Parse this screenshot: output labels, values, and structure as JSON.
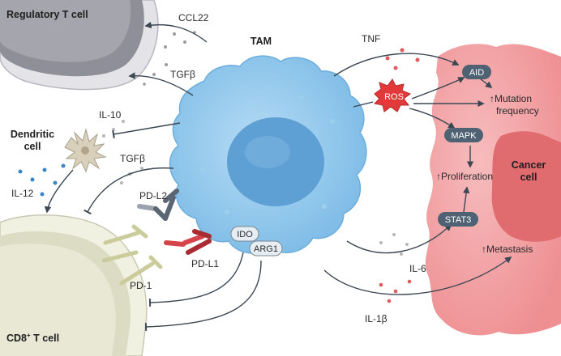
{
  "cells": {
    "treg": "Regulatory T cell",
    "tam": "TAM",
    "dendritic_line1": "Dendritic",
    "dendritic_line2": "cell",
    "cd8_prefix": "CD8",
    "cd8_sup": "+",
    "cd8_suffix": " T cell",
    "cancer_line1": "Cancer",
    "cancer_line2": "cell"
  },
  "factors": {
    "ccl22": "CCL22",
    "tgfb_top": "TGFβ",
    "il10": "IL-10",
    "tgfb_mid": "TGFβ",
    "il12": "IL-12",
    "tnf": "TNF",
    "il6": "IL-6",
    "il1b": "IL-1β"
  },
  "molecules": {
    "pdl2": "PD-L2",
    "pdl1": "PD-L1",
    "pd1": "PD-1",
    "ido": "IDO",
    "arg1": "ARG1",
    "ros": "ROS",
    "aid": "AID",
    "mapk": "MAPK",
    "stat3": "STAT3"
  },
  "outcomes": {
    "mutation_line1": "↑Mutation",
    "mutation_line2": "frequency",
    "proliferation": "↑Proliferation",
    "metastasis": "↑Metastasis"
  },
  "colors": {
    "tam": "#8fc7ec",
    "tam_nucleus": "#5a9fd6",
    "cancer": "#f3a3a5",
    "cancer_nucleus": "#e0696d",
    "treg": "#9a9aa3",
    "cd8": "#e9ead6",
    "pill_dark": "#4e6273",
    "ros": "#e23a3a",
    "arrow": "#3b4753"
  }
}
